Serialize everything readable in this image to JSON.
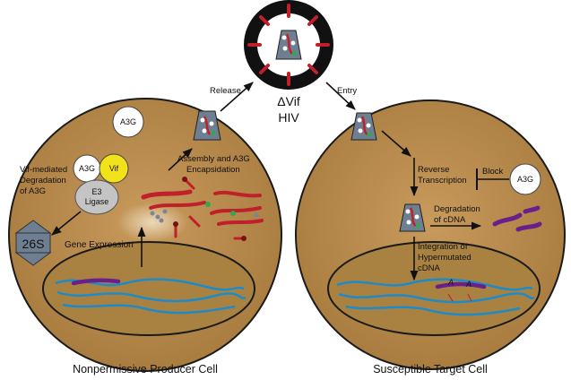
{
  "left_cell": {
    "caption": "Nonpermissive Producer Cell",
    "free_a3g": "A3G",
    "complex": {
      "a3g": "A3G",
      "vif": "Vif",
      "e3_line1": "E3",
      "e3_line2": "Ligase"
    },
    "degradation_lines": [
      "Vif-mediated",
      "Degradation",
      "of A3G"
    ],
    "proteasome": "26S",
    "gene_expression": "Gene Expression",
    "assembly_lines": [
      "Assembly and A3G",
      "Encapsidation"
    ]
  },
  "virion": {
    "release": "Release",
    "entry": "Entry",
    "name_line1": "ΔVif",
    "name_line2": "HIV"
  },
  "right_cell": {
    "caption": "Susceptible Target Cell",
    "rt_lines": [
      "Reverse",
      "Transcription"
    ],
    "block": "Block",
    "a3g": "A3G",
    "degradation_lines": [
      "Degradation",
      "of cDNA"
    ],
    "integration_lines": [
      "Integration of",
      "Hypermutated",
      "cDNA"
    ],
    "mutation_marks": [
      "A",
      "A"
    ]
  },
  "colors": {
    "cytoplasm": "#b58a4e",
    "nucleus": "#a98242",
    "dna": "#1f8ac8",
    "viral_dna": "#6a1f8a",
    "viral_rna": "#c0202a",
    "vif": "#f2e21a",
    "virion_shell": "#111111",
    "proteasome": "#6d7f91"
  }
}
